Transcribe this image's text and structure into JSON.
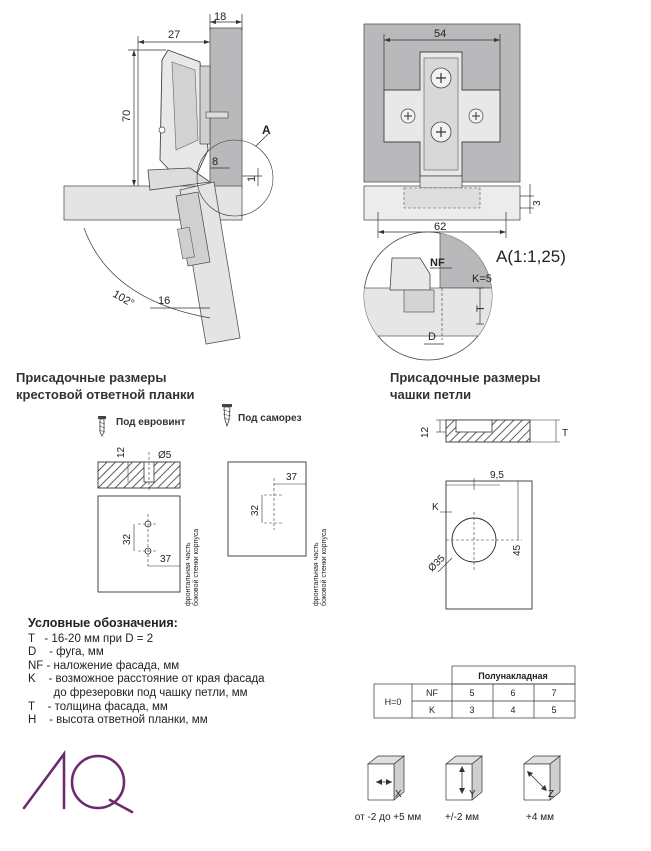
{
  "top_left": {
    "dim_18": "18",
    "dim_27": "27",
    "dim_70": "70",
    "dim_8": "8",
    "dim_1": "1",
    "dim_16": "16",
    "angle": "102°",
    "detail_marker": "A"
  },
  "top_right": {
    "dim_54": "54",
    "dim_62": "62",
    "dim_3": "3",
    "detail_title": "A(1:1,25)",
    "nf": "NF",
    "k": "K=5",
    "t": "T",
    "d": "D"
  },
  "section_left": {
    "title_line1": "Присадочные размеры",
    "title_line2": "крестовой ответной планки",
    "screw1_label": "Под евровинт",
    "screw2_label": "Под саморез",
    "dim_12": "12",
    "dim_d5": "Ø5",
    "dim_32a": "32",
    "dim_37a": "37",
    "dim_32b": "32",
    "dim_37b": "37",
    "side_label1": "фронтальная часть",
    "side_label2": "боковой стенки корпуса"
  },
  "section_right": {
    "title_line1": "Присадочные размеры",
    "title_line2": "чашки петли",
    "dim_12": "12",
    "dim_t": "T",
    "dim_95": "9,5",
    "dim_k": "K",
    "dim_45": "45",
    "dim_d35": "Ø35"
  },
  "legend": {
    "title": "Условные обозначения:",
    "lines": [
      "T   - 16-20 мм при D = 2",
      "D    - фуга, мм",
      "NF - наложение фасада, мм",
      "K    - возможное расстояние от края фасада",
      "        до фрезеровки под чашку петли, мм",
      "T    - толщина фасада, мм",
      "H    - высота ответной планки, мм"
    ]
  },
  "table": {
    "header": "Полунакладная",
    "row_label": "H=0",
    "nf_label": "NF",
    "k_label": "K",
    "nf_values": [
      "5",
      "6",
      "7"
    ],
    "k_values": [
      "3",
      "4",
      "5"
    ]
  },
  "adjust": {
    "x_axis": "X",
    "y_axis": "Y",
    "z_axis": "Z",
    "x_caption": "от -2 до +5 мм",
    "y_caption": "+/-2 мм",
    "z_caption": "+4 мм"
  },
  "colors": {
    "panel_gray": "#b9b8ba",
    "light_gray": "#e6e6e6",
    "logo_purple": "#6e2a6e"
  }
}
